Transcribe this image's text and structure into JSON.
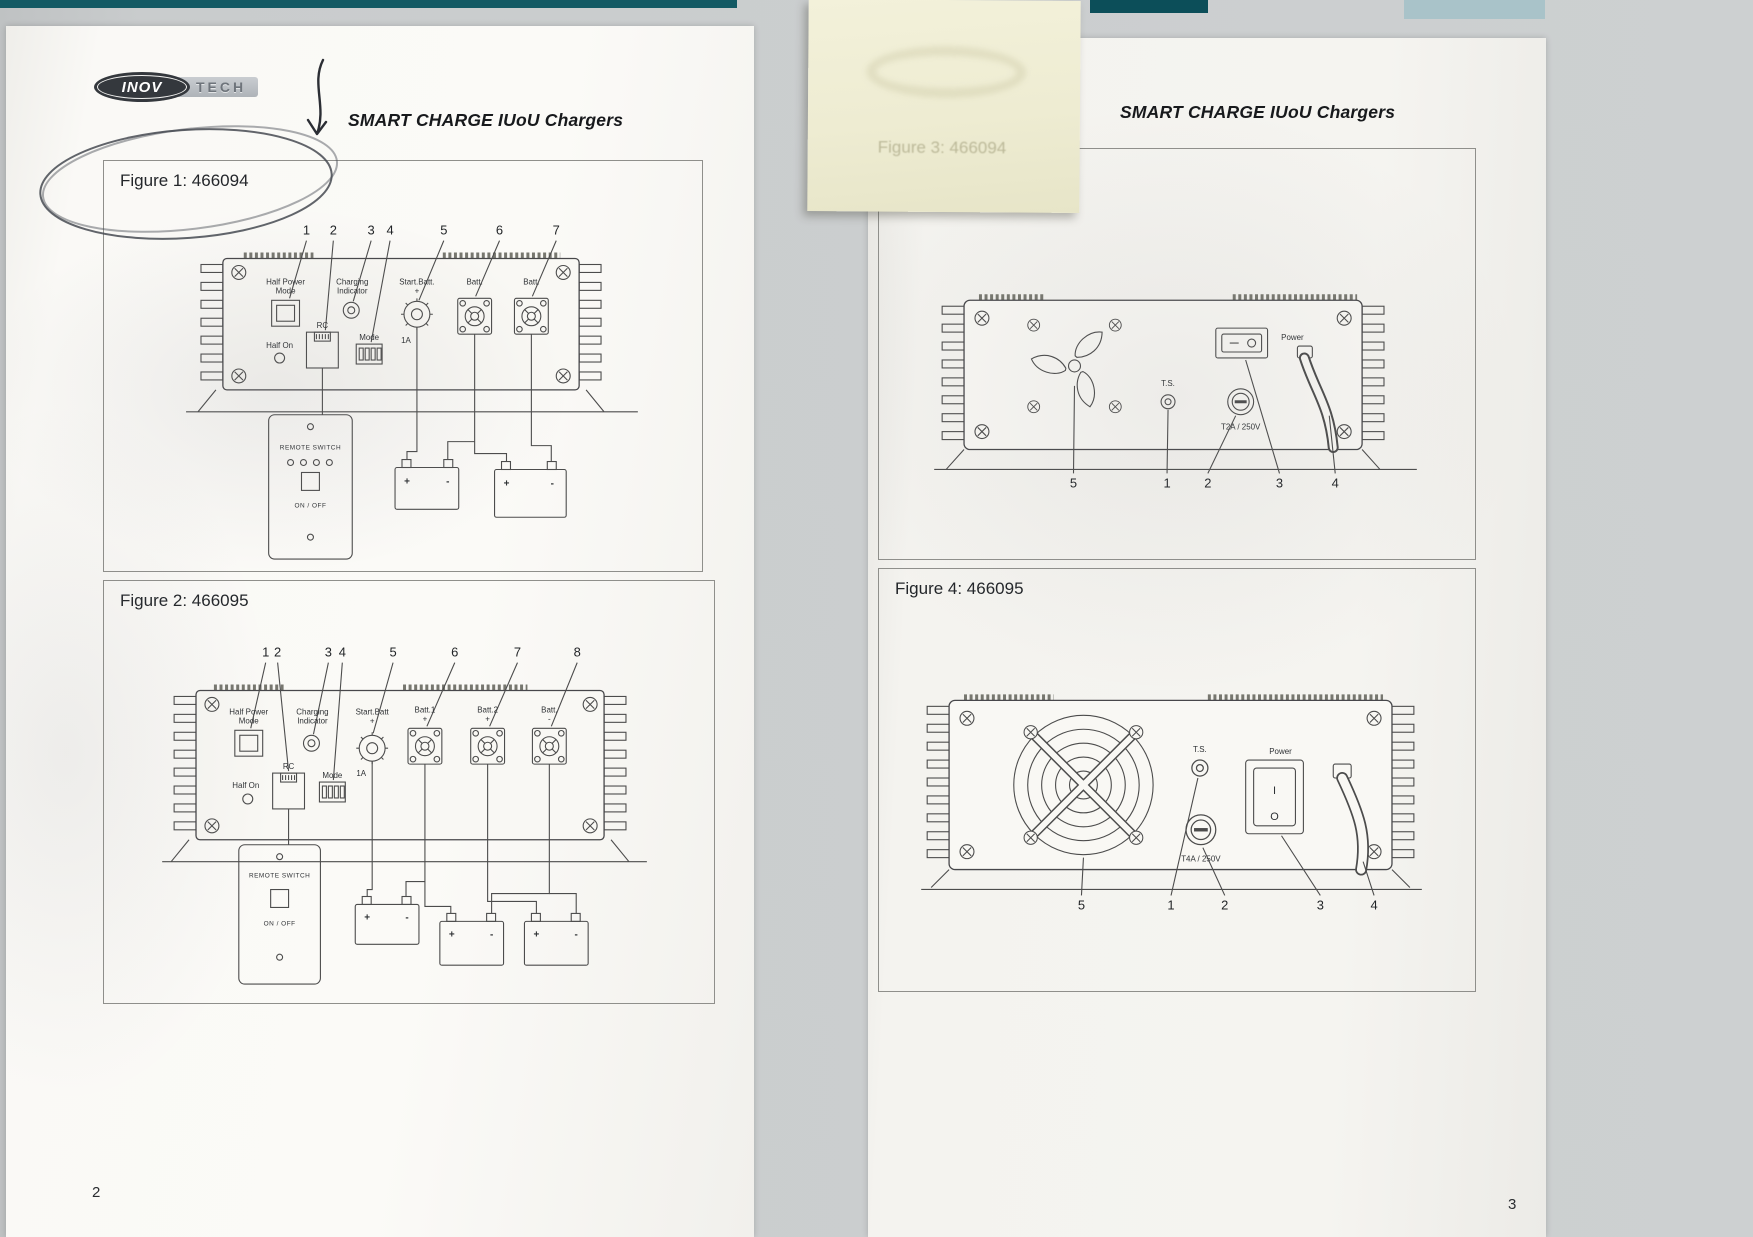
{
  "left": {
    "page_number": "2",
    "title": "SMART CHARGE IUoU Chargers",
    "logo": {
      "inov": "INOV",
      "tech": "TECH"
    },
    "fig1": {
      "title": "Figure 1: 466094",
      "callouts": [
        "1",
        "2",
        "3",
        "4",
        "5",
        "6",
        "7"
      ],
      "half_power_1": "Half Power",
      "half_power_2": "Mode",
      "half_on": "Half On",
      "rc": "RC",
      "charging_1": "Charging",
      "charging_2": "Indicator",
      "mode": "Mode",
      "start_batt": "Start.Batt.",
      "start_batt_sign": "+",
      "amp": "1A",
      "batt_a": "Batt.",
      "batt_b": "Batt.",
      "remote_switch": "REMOTE SWITCH",
      "on_off": "ON / OFF"
    },
    "fig2": {
      "title": "Figure 2: 466095",
      "callouts": [
        "1",
        "2",
        "3",
        "4",
        "5",
        "6",
        "7",
        "8"
      ],
      "half_power_1": "Half Power",
      "half_power_2": "Mode",
      "half_on": "Half On",
      "rc": "RC",
      "charging_1": "Charging",
      "charging_2": "Indicator",
      "mode": "Mode",
      "start_batt": "Start.Batt",
      "start_batt_sign": "+",
      "amp": "1A",
      "batt1": "Batt.1",
      "batt1_sign": "+",
      "batt2": "Batt.2",
      "batt2_sign": "+",
      "batt3": "Batt.",
      "batt3_sign": "-",
      "remote_switch": "REMOTE SWITCH",
      "on_off": "ON / OFF"
    }
  },
  "right": {
    "page_number": "3",
    "title": "SMART CHARGE IUoU Chargers",
    "fig3": {
      "ts": "T.S.",
      "fuse": "T2A / 250V",
      "power": "Power",
      "callouts": [
        "5",
        "1",
        "2",
        "3",
        "4"
      ]
    },
    "fig4": {
      "title": "Figure 4: 466095",
      "ts": "T.S.",
      "fuse": "T4A / 250V",
      "power": "Power",
      "switch_on": "I",
      "switch_off": "O",
      "callouts": [
        "5",
        "1",
        "2",
        "3",
        "4"
      ]
    }
  },
  "sticky_note": {
    "bleed_text": "Figure 3: 466094"
  },
  "symbols": {
    "plus": "+",
    "minus": "-"
  }
}
